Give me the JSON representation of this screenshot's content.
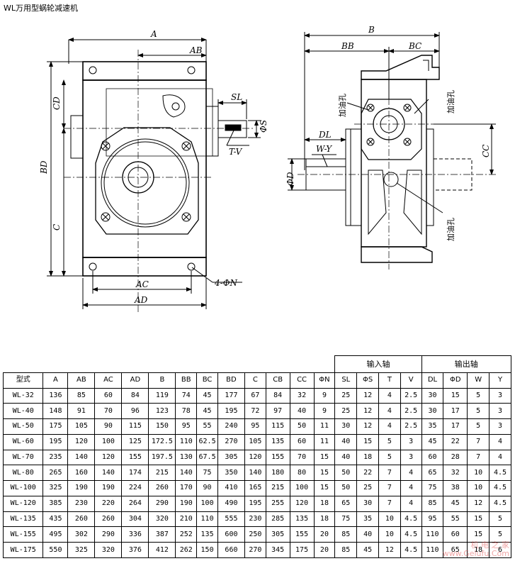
{
  "title": "WL万用型蜗轮减速机",
  "drawing": {
    "front_view_labels": {
      "A": "A",
      "AB": "AB",
      "SL": "SL",
      "phiS": "ΦS",
      "TV": "T-V",
      "CD": "CD",
      "BD": "BD",
      "C": "C",
      "AC": "AC",
      "AD": "AD",
      "N": "4-ΦN"
    },
    "side_view_labels": {
      "B": "B",
      "BB": "BB",
      "BC": "BC",
      "DL": "DL",
      "WY": "W-Y",
      "phiD": "ΦD",
      "CC": "CC",
      "oil_hole_left": "加油孔",
      "oil_hole_right": "加油孔",
      "oil_hole_bottom": "加油孔"
    }
  },
  "table": {
    "group_input": "输入轴",
    "group_output": "输出轴",
    "headers": [
      "型式",
      "A",
      "AB",
      "AC",
      "AD",
      "B",
      "BB",
      "BC",
      "BD",
      "C",
      "CB",
      "CC",
      "ΦN",
      "SL",
      "ΦS",
      "T",
      "V",
      "DL",
      "ΦD",
      "W",
      "Y"
    ],
    "rows": [
      [
        "WL-32",
        "136",
        "85",
        "60",
        "84",
        "119",
        "74",
        "45",
        "177",
        "67",
        "84",
        "32",
        "9",
        "25",
        "12",
        "4",
        "2.5",
        "30",
        "15",
        "5",
        "3"
      ],
      [
        "WL-40",
        "148",
        "91",
        "70",
        "96",
        "123",
        "78",
        "45",
        "195",
        "72",
        "97",
        "40",
        "9",
        "25",
        "12",
        "4",
        "2.5",
        "30",
        "17",
        "5",
        "3"
      ],
      [
        "WL-50",
        "175",
        "105",
        "90",
        "115",
        "150",
        "95",
        "55",
        "240",
        "95",
        "115",
        "50",
        "11",
        "30",
        "12",
        "4",
        "2.5",
        "35",
        "17",
        "5",
        "3"
      ],
      [
        "WL-60",
        "195",
        "120",
        "100",
        "125",
        "172.5",
        "110",
        "62.5",
        "270",
        "105",
        "135",
        "60",
        "11",
        "40",
        "15",
        "5",
        "3",
        "45",
        "22",
        "7",
        "4"
      ],
      [
        "WL-70",
        "235",
        "140",
        "120",
        "155",
        "197.5",
        "130",
        "67.5",
        "305",
        "120",
        "155",
        "70",
        "15",
        "40",
        "18",
        "5",
        "3",
        "60",
        "28",
        "7",
        "4"
      ],
      [
        "WL-80",
        "265",
        "160",
        "140",
        "174",
        "215",
        "140",
        "75",
        "350",
        "140",
        "180",
        "80",
        "15",
        "50",
        "22",
        "7",
        "4",
        "65",
        "32",
        "10",
        "4.5"
      ],
      [
        "WL-100",
        "325",
        "190",
        "190",
        "224",
        "260",
        "170",
        "90",
        "410",
        "165",
        "215",
        "100",
        "15",
        "50",
        "25",
        "7",
        "4",
        "75",
        "38",
        "10",
        "4.5"
      ],
      [
        "WL-120",
        "385",
        "230",
        "220",
        "264",
        "290",
        "190",
        "100",
        "490",
        "195",
        "255",
        "120",
        "18",
        "65",
        "30",
        "7",
        "4",
        "85",
        "45",
        "12",
        "4.5"
      ],
      [
        "WL-135",
        "435",
        "260",
        "260",
        "304",
        "320",
        "210",
        "110",
        "555",
        "230",
        "285",
        "135",
        "18",
        "75",
        "35",
        "10",
        "4.5",
        "95",
        "55",
        "15",
        "5"
      ],
      [
        "WL-155",
        "495",
        "302",
        "290",
        "336",
        "387",
        "252",
        "135",
        "600",
        "250",
        "305",
        "155",
        "20",
        "85",
        "40",
        "10",
        "4.5",
        "110",
        "60",
        "15",
        "5"
      ],
      [
        "WL-175",
        "550",
        "325",
        "320",
        "376",
        "412",
        "262",
        "150",
        "660",
        "270",
        "345",
        "175",
        "20",
        "85",
        "45",
        "12",
        "4.5",
        "110",
        "65",
        "18",
        "6"
      ]
    ]
  },
  "watermark": {
    "line1": "机 电 之 家",
    "line2": "www.Gelufu.Com"
  }
}
